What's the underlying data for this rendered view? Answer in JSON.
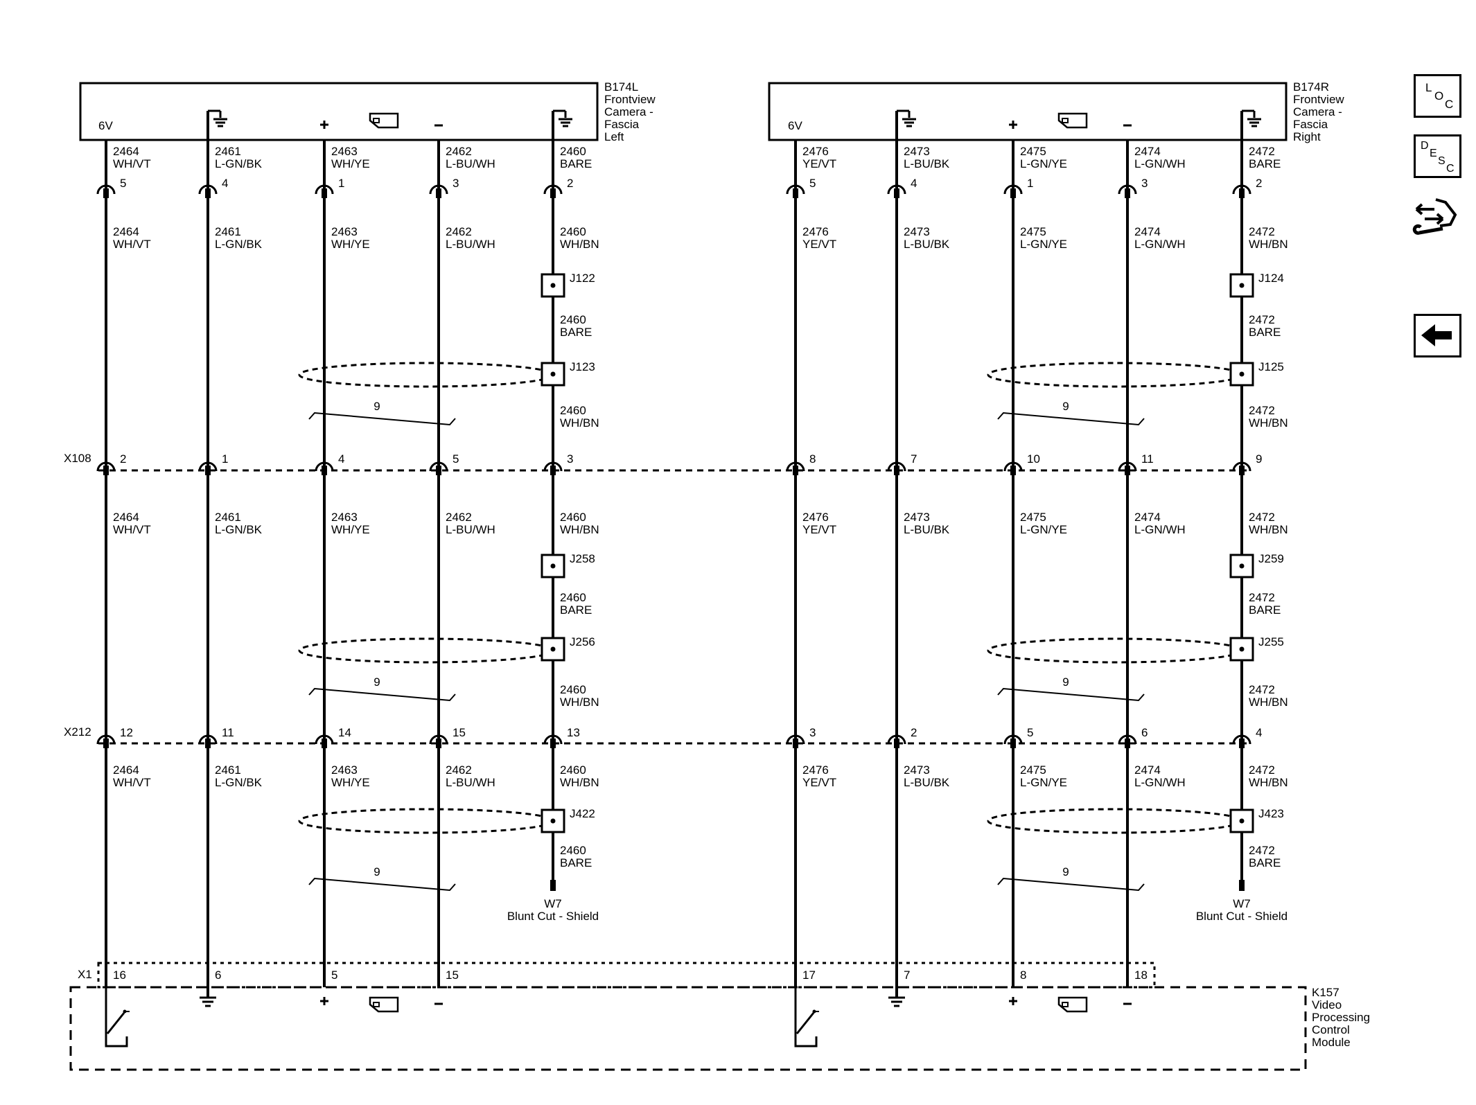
{
  "components": {
    "left": {
      "ref": "B174L",
      "lines": [
        "Frontview",
        "Camera -",
        "Fascia",
        "Left"
      ],
      "voltage": "6V"
    },
    "right": {
      "ref": "B174R",
      "lines": [
        "Frontview",
        "Camera -",
        "Fascia",
        "Right"
      ],
      "voltage": "6V"
    },
    "module": {
      "ref": "K157",
      "lines": [
        "Video",
        "Processing",
        "Control",
        "Module"
      ]
    }
  },
  "connectors": {
    "mid": "X108",
    "lower": "X212",
    "module": "X1"
  },
  "splices": {
    "left": [
      "J122",
      "J123",
      "J258",
      "J256",
      "J422"
    ],
    "right": [
      "J124",
      "J125",
      "J259",
      "J255",
      "J423"
    ]
  },
  "twist_label": "9",
  "shield_end": {
    "ref": "W7",
    "label": "Blunt Cut - Shield"
  },
  "wires": [
    {
      "circuit": "2464",
      "color": "WH/VT",
      "cam_pin": "5",
      "x108_pin": "2",
      "x212_pin": "12",
      "x1_pin": "16"
    },
    {
      "circuit": "2461",
      "color": "L-GN/BK",
      "cam_pin": "4",
      "x108_pin": "1",
      "x212_pin": "11",
      "x1_pin": "6"
    },
    {
      "circuit": "2463",
      "color": "WH/YE",
      "cam_pin": "1",
      "x108_pin": "4",
      "x212_pin": "14",
      "x1_pin": "5"
    },
    {
      "circuit": "2462",
      "color": "L-BU/WH",
      "cam_pin": "3",
      "x108_pin": "5",
      "x212_pin": "15",
      "x1_pin": "15"
    },
    {
      "circuit": "2460",
      "color": "BARE",
      "color_mid": "WH/BN",
      "cam_pin": "2",
      "x108_pin": "3",
      "x212_pin": "13"
    },
    {
      "circuit": "2476",
      "color": "YE/VT",
      "cam_pin": "5",
      "x108_pin": "8",
      "x212_pin": "3",
      "x1_pin": "17"
    },
    {
      "circuit": "2473",
      "color": "L-BU/BK",
      "cam_pin": "4",
      "x108_pin": "7",
      "x212_pin": "2",
      "x1_pin": "7"
    },
    {
      "circuit": "2475",
      "color": "L-GN/YE",
      "cam_pin": "1",
      "x108_pin": "10",
      "x212_pin": "5",
      "x1_pin": "8"
    },
    {
      "circuit": "2474",
      "color": "L-GN/WH",
      "cam_pin": "3",
      "x108_pin": "11",
      "x212_pin": "6",
      "x1_pin": "18"
    },
    {
      "circuit": "2472",
      "color": "BARE",
      "color_mid": "WH/BN",
      "cam_pin": "2",
      "x108_pin": "9",
      "x212_pin": "4"
    }
  ],
  "nav": {
    "loc": "LOC",
    "desc": "DESC"
  }
}
